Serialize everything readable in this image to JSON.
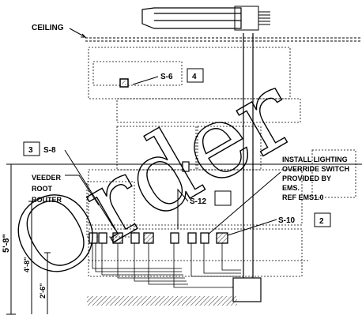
{
  "labels": {
    "ceiling": "CEILING",
    "veeder_root_router": [
      "VEEDER",
      "ROOT",
      "ROUTER"
    ],
    "install_note": [
      "INSTALL LIGHTING",
      "OVERRIDE SWITCH",
      "PROVIDED BY",
      "EMS.",
      "REF EMS1.0"
    ],
    "dimension_main": "5'-8\"",
    "dimension_inner": "4'-8\"",
    "dimension_small": "2'-6\""
  },
  "callouts": [
    {
      "tag": "S-6",
      "box": "4"
    },
    {
      "tag": "S-8",
      "box": "3"
    },
    {
      "tag": "S-12",
      "box": ""
    },
    {
      "tag": "S-10",
      "box": "2"
    }
  ],
  "watermark": "Order"
}
